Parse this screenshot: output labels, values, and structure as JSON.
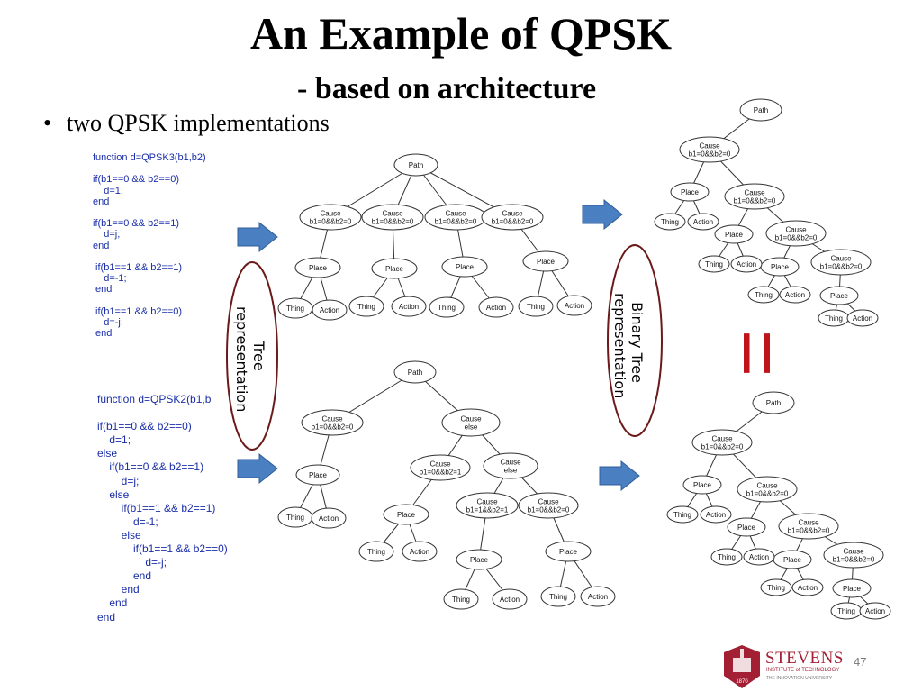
{
  "slide": {
    "title": "An Example of QPSK",
    "subtitle": "- based on architecture",
    "bullet_marker": "•",
    "bullet": "two QPSK implementations",
    "page_number": "47"
  },
  "code1": [
    "function d=QPSK3(b1,b2)",
    "",
    "if(b1==0 && b2==0)",
    "    d=1;",
    "end",
    "",
    "if(b1==0 && b2==1)",
    "    d=j;",
    "end",
    "",
    " if(b1==1 && b2==1)",
    "    d=-1;",
    " end",
    "",
    " if(b1==1 && b2==0)",
    "    d=-j;",
    " end"
  ],
  "code2": [
    "function d=QPSK2(b1,b",
    "",
    "if(b1==0 && b2==0)",
    "    d=1;",
    "else",
    "    if(b1==0 && b2==1)",
    "        d=j;",
    "    else",
    "        if(b1==1 && b2==1)",
    "            d=-1;",
    "        else",
    "            if(b1==1 && b2==0)",
    "                d=-j;",
    "            end",
    "        end",
    "    end",
    "end"
  ],
  "labels": {
    "tree_representation": [
      "Tree",
      "representation"
    ],
    "binary_tree_representation": [
      "Binary Tree",
      "representation"
    ],
    "equals_symbol": "="
  },
  "node_labels": {
    "path": "Path",
    "cause": "Cause",
    "place": "Place",
    "thing": "Thing",
    "action": "Action",
    "else": "else",
    "cond_00": "b1=0&&b2=0",
    "cond_01": "b1=0&&b2=1",
    "cond_11": "b1=1&&b2=1"
  },
  "logo": {
    "name": "STEVENS",
    "line1": "INSTITUTE of TECHNOLOGY",
    "line2": "THE INNOVATION UNIVERSITY",
    "year": "1870"
  },
  "colors": {
    "code_blue": "#1a2ea8",
    "arrow_fill": "#4a7fc1",
    "ellipse_border": "#6b1a1a",
    "equals_red": "#c0141b",
    "stevens_red": "#a31f34"
  }
}
